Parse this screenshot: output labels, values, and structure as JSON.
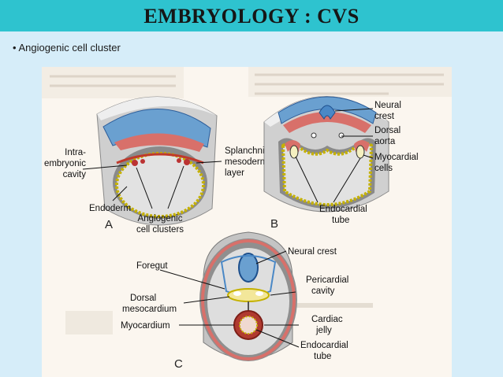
{
  "slide": {
    "title": "EMBRYOLOGY : CVS",
    "bullet": "• Angiogenic cell cluster"
  },
  "figure": {
    "panel_letters": [
      "A",
      "B",
      "C"
    ],
    "labels_a": {
      "intra": [
        "Intra-",
        "embryonic",
        "cavity"
      ],
      "splanchnic": [
        "Splanchnic",
        "mesoderm",
        "layer"
      ],
      "endoderm": "Endoderm",
      "angiogenic": [
        "Angiogenic",
        "cell clusters"
      ]
    },
    "labels_b": {
      "neural_crest": [
        "Neural",
        "crest"
      ],
      "dorsal_aorta": [
        "Dorsal",
        "aorta"
      ],
      "myocardial_cells": [
        "Myocardial",
        "cells"
      ],
      "endocardial_tube": [
        "Endocardial",
        "tube"
      ]
    },
    "labels_c": {
      "neural_crest": "Neural crest",
      "foregut": "Foregut",
      "pericardial_cavity": [
        "Pericardial",
        "cavity"
      ],
      "dorsal_mesocardium": [
        "Dorsal",
        "mesocardium"
      ],
      "myocardium": "Myocardium",
      "cardiac_jelly": [
        "Cardiac",
        "jelly"
      ],
      "endocardial_tube": [
        "Endocardial",
        "tube"
      ]
    }
  }
}
